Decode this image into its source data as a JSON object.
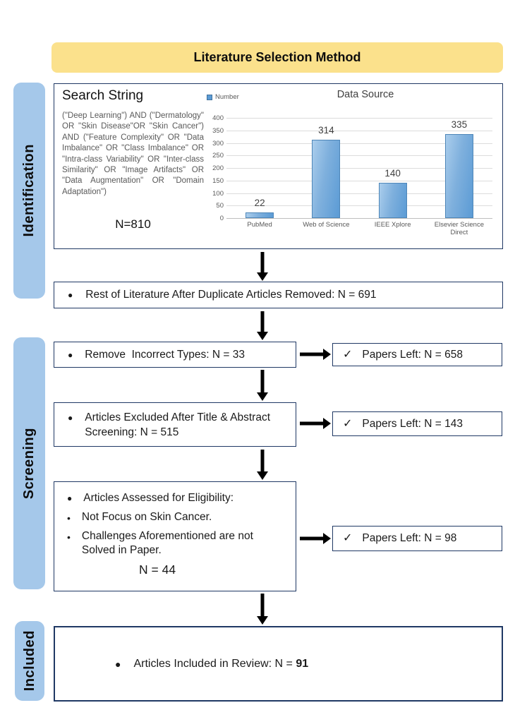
{
  "header": {
    "title": "Literature Selection Method"
  },
  "sidebar": {
    "identification": "Identification",
    "screening": "Screening",
    "included": "Included"
  },
  "identification_box": {
    "heading": "Search String",
    "query": "(\"Deep Learning\") AND (\"Dermatology\" OR \"Skin Disease\"OR \"Skin Cancer\") AND (\"Feature Complexity\" OR \"Data Imbalance\" OR \"Class Imbalance\" OR \"Intra-class Variability\" OR \"Inter-class Similarity\" OR \"Image Artifacts\" OR \"Data Augmentation\" OR \"Domain Adaptation\")",
    "total": "N=810"
  },
  "chart_data": {
    "type": "bar",
    "title": "Data Source",
    "legend": "Number",
    "categories": [
      "PubMed",
      "Web of Science",
      "IEEE Xplore",
      "Elsevier Science Direct"
    ],
    "values": [
      22,
      314,
      140,
      335
    ],
    "xlabel": "",
    "ylabel": "",
    "ylim": [
      0,
      400
    ],
    "ytick_step": 50,
    "grid": true,
    "legend_position": "top-left",
    "bar_color": "#5b9bd5"
  },
  "flow": {
    "duplicates_removed": "Rest of Literature After Duplicate Articles Removed: N = 691",
    "remove_incorrect": "Remove  Incorrect Types: N = 33",
    "papers_left_1": "Papers Left: N = 658",
    "excluded_title_abstract": "Articles Excluded After Title & Abstract Screening: N = 515",
    "papers_left_2": "Papers Left: N = 143",
    "eligibility_heading": "Articles Assessed for Eligibility:",
    "eligibility_bullet_1": "Not Focus on Skin Cancer.",
    "eligibility_bullet_2": "Challenges Aforementioned are not Solved in Paper.",
    "eligibility_n": "N = 44",
    "included_prefix": "Articles Included in Review: N = ",
    "included_n": "91"
  },
  "icons": {
    "bullet": "●",
    "sub_bullet": "•",
    "check": "✓"
  },
  "colors": {
    "banner_yellow": "#fbe18c",
    "sidebar_blue": "#a5c8ea",
    "box_border_navy": "#1f3864",
    "bar_blue": "#5b9bd5",
    "arrow_black": "#000000"
  }
}
